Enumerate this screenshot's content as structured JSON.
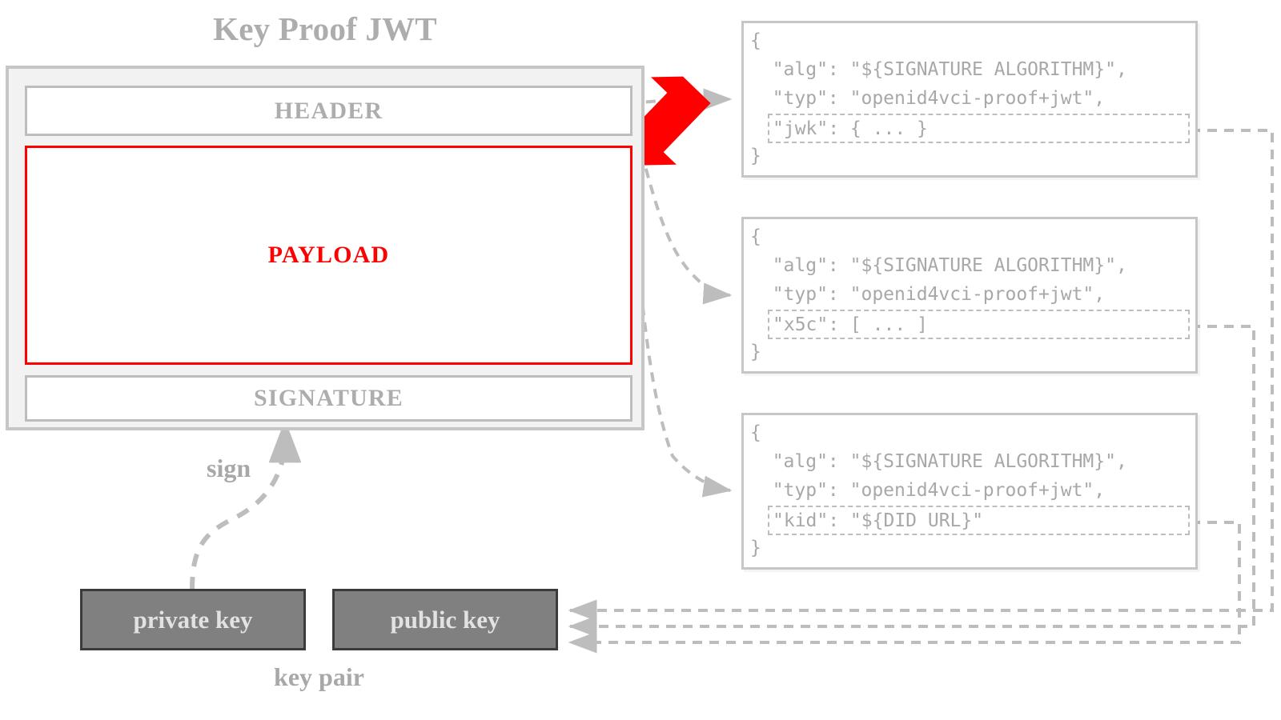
{
  "title": "Key Proof JWT",
  "jwt": {
    "header_label": "HEADER",
    "payload_label": "PAYLOAD",
    "signature_label": "SIGNATURE"
  },
  "labels": {
    "sign": "sign",
    "key_pair": "key pair"
  },
  "keys": {
    "private": "private key",
    "public": "public key"
  },
  "json_boxes": [
    {
      "open": "{",
      "alg": "  \"alg\": \"${SIGNATURE ALGORITHM}\",",
      "typ": "  \"typ\": \"openid4vci-proof+jwt\",",
      "highlight": "\"jwk\": { ... }",
      "close": "}"
    },
    {
      "open": "{",
      "alg": "  \"alg\": \"${SIGNATURE ALGORITHM}\",",
      "typ": "  \"typ\": \"openid4vci-proof+jwt\",",
      "highlight": "\"x5c\": [ ... ]",
      "close": "}"
    },
    {
      "open": "{",
      "alg": "  \"alg\": \"${SIGNATURE ALGORITHM}\",",
      "typ": "  \"typ\": \"openid4vci-proof+jwt\",",
      "highlight": "\"kid\": \"${DID URL}\"",
      "close": "}"
    }
  ],
  "colors": {
    "grey_text": "#adadad",
    "grey_line": "#bdbdbd",
    "container_border": "#c6c6c6",
    "container_fill": "#f2f2f2",
    "payload_red": "#fe0000",
    "annotation_red": "#fe0000",
    "key_fill": "#808080",
    "key_border": "#3b3b3b",
    "key_text": "#e2e2e2"
  }
}
